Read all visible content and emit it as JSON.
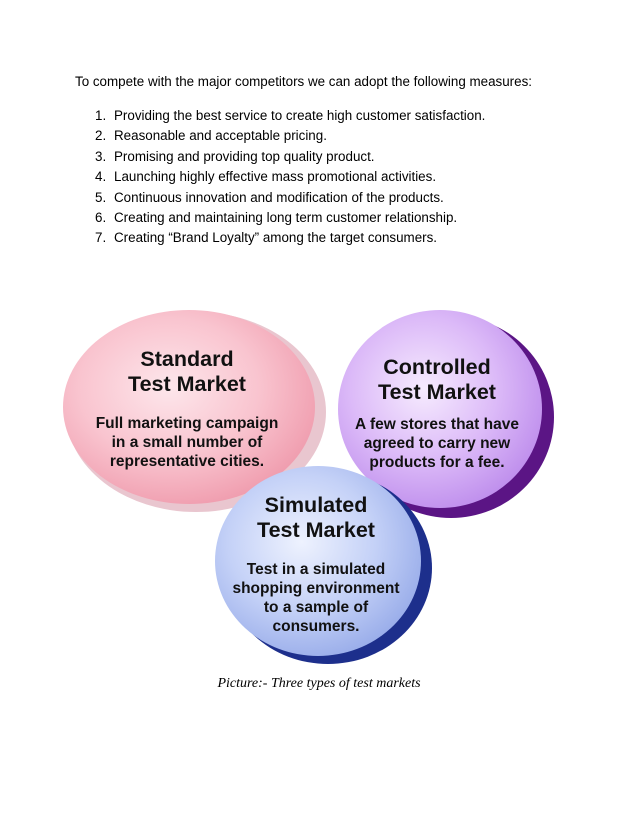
{
  "intro": "To compete with the major competitors we can adopt the following measures:",
  "measures": [
    {
      "num": "1.",
      "text": "Providing the best service to create high customer satisfaction."
    },
    {
      "num": "2.",
      "text": "Reasonable and acceptable pricing."
    },
    {
      "num": "3.",
      "text": "Promising and providing top quality product."
    },
    {
      "num": "4.",
      "text": "Launching highly effective mass promotional activities."
    },
    {
      "num": "5.",
      "text": "Continuous innovation and modification of the products."
    },
    {
      "num": "6.",
      "text": "Creating and maintaining long term customer relationship."
    },
    {
      "num": "7.",
      "text": "Creating “Brand Loyalty” among the target consumers."
    }
  ],
  "diagram": {
    "standard": {
      "title": [
        "Standard",
        "Test Market"
      ],
      "desc": [
        "Full marketing campaign",
        "in a small number of",
        "representative cities."
      ],
      "color": "#f7b6c4"
    },
    "controlled": {
      "title": [
        "Controlled",
        "Test Market"
      ],
      "desc": [
        "A few stores that have",
        "agreed to carry new",
        "products for a fee."
      ],
      "color": "#d9b3f5"
    },
    "simulated": {
      "title": [
        "Simulated",
        "Test Market"
      ],
      "desc": [
        "Test in a simulated",
        "shopping environment",
        "to a sample of",
        "consumers."
      ],
      "color": "#b9c8f5"
    }
  },
  "caption": "Picture:- Three types of test markets"
}
